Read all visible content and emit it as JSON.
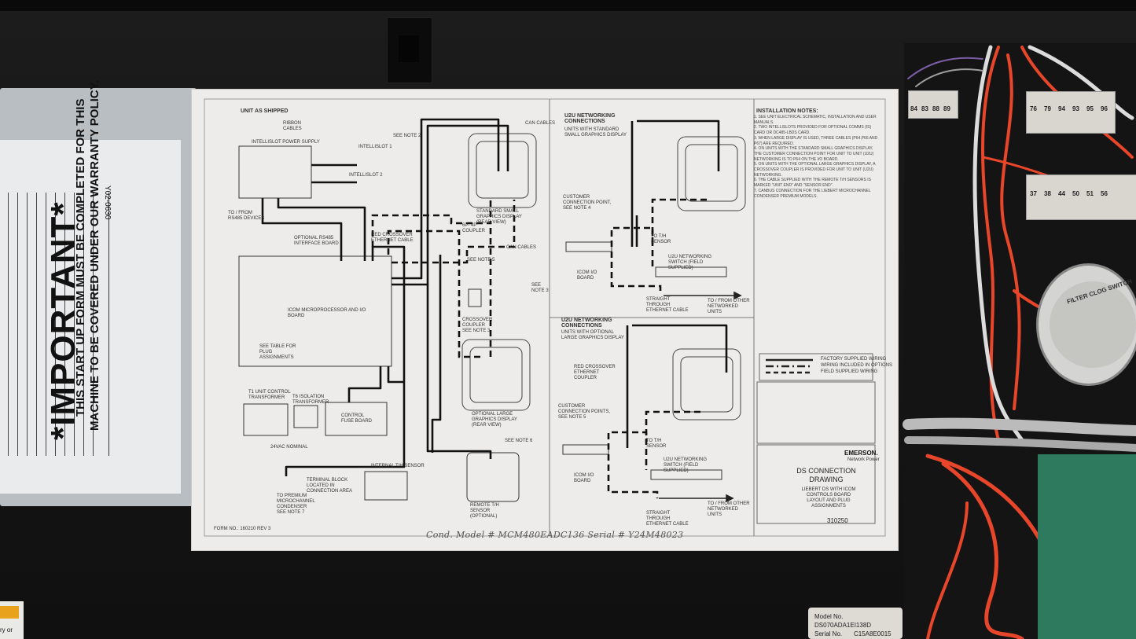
{
  "warranty_card": {
    "title": "*IMPORTANT*",
    "line1": "THIS START UP FORM MUST BE COMPLETED FOR THIS",
    "line2": "MACHINE TO BE COVERED UNDER OUR WARRANTY POLICY.",
    "code": "Y02-0630"
  },
  "diagram": {
    "left_section_title": "UNIT AS SHIPPED",
    "u2u_small_title": "U2U NETWORKING CONNECTIONS",
    "u2u_small_sub": "UNITS WITH STANDARD SMALL GRAPHICS DISPLAY",
    "u2u_large_title": "U2U NETWORKING CONNECTIONS",
    "u2u_large_sub": "UNITS WITH OPTIONAL LARGE GRAPHICS DISPLAY",
    "labels": {
      "ribbon_cables": "RIBBON CABLES",
      "intellislot_power": "INTELLISLOT POWER SUPPLY",
      "intellislot_1": "INTELLISLOT 1",
      "intellislot_2": "INTELLISLOT 2",
      "rs485_devices": "TO / FROM RS485 DEVICES",
      "rs485_board": "OPTIONAL RS485 INTERFACE BOARD",
      "red_crossover": "RED CROSSOVER ETHERNET CABLE",
      "icom_board": "ICOM MICROPROCESSOR AND I/O BOARD",
      "plug_table": "SEE TABLE FOR PLUG ASSIGNMENTS",
      "t1_transformer": "T1 UNIT CONTROL TRANSFORMER",
      "t6_transformer": "T6 ISOLATION TRANSFORMER",
      "fuse_board": "CONTROL FUSE BOARD",
      "vac_nominal": "24VAC NOMINAL",
      "terminal_block": "TERMINAL BLOCK LOCATED IN CONNECTION AREA",
      "premium_condenser": "TO PREMIUM MICROCHANNEL CONDENSER SEE NOTE 7",
      "internal_th": "INTERNAL T/H SENSOR",
      "remote_th": "REMOTE T/H SENSOR (OPTIONAL)",
      "std_small_display": "STANDARD SMALL GRAPHICS DISPLAY (REAR VIEW)",
      "opt_large_display": "OPTIONAL LARGE GRAPHICS DISPLAY (REAR VIEW)",
      "crossover_coupler": "CROSSOVER COUPLER SEE NOTE 3",
      "coupler_6p4p": "6P- 4P COUPLER",
      "can_cables": "CAN CABLES",
      "see_note_2": "SEE NOTE 2",
      "see_note_3": "SEE NOTE 3",
      "see_note_5": "SEE NOTE 5",
      "see_note_6": "SEE NOTE 6",
      "cust_conn_4": "CUSTOMER CONNECTION POINT, SEE NOTE 4",
      "cust_conn_5": "CUSTOMER CONNECTION POINTS, SEE NOTE 5",
      "icom_io_board": "ICOM I/O BOARD",
      "to_th_sensor": "TO T/H SENSOR",
      "u2u_switch": "U2U NETWORKING SWITCH (FIELD SUPPLIED)",
      "straight_cable": "STRAIGHT THROUGH ETHERNET CABLE",
      "other_units": "TO / FROM OTHER NETWORKED UNITS",
      "red_crossover_coupler": "RED CROSSOVER ETHERNET COUPLER"
    },
    "notes_title": "INSTALLATION NOTES:",
    "notes_text": "1. SEE UNIT ELECTRICAL SCHEMATIC, INSTALLATION AND USER MANUALS.\n2. TWO INTELLISLOTS PROVIDED FOR OPTIONAL COMMS (IS) CARD OR DC485-LBDS CARD.\n3. WHEN LARGE DISPLAY IS USED, THREE CABLES (P64,P66 AND P67) ARE REQUIRED.\n4. ON UNITS WITH THE STANDARD SMALL GRAPHICS DISPLAY, THE CUSTOMER CONNECTION POINT FOR UNIT TO UNIT (U2U) NETWORKING IS TO P64 ON THE I/O BOARD.\n5. ON UNITS WITH THE OPTIONAL LARGE GRAPHICS DISPLAY, A CROSSOVER COUPLER IS PROVIDED FOR UNIT TO UNIT (U2U) NETWORKING.\n6. THE CABLE SUPPLIED WITH THE REMOTE T/H SENSORS IS MARKED \"UNIT END\" AND \"SENSOR END\".\n7. CANBUS CONNECTION FOR THE LIEBERT MICROCHANNEL CONDENSER PREMIUM MODELS.",
    "wiring_legend": {
      "factory": "FACTORY SUPPLIED WIRING",
      "included": "WIRING INCLUDED IN OPTIONS",
      "field": "FIELD SUPPLIED WIRING"
    },
    "company": "EMERSON.",
    "company_sub": "Network Power",
    "drawing_title": "DS CONNECTION DRAWING",
    "drawing_sub": "LIEBERT DS WITH ICOM CONTROLS BOARD LAYOUT AND PLUG ASSIGNMENTS",
    "drawing_number": "310250",
    "form_no": "FORM NO.: 160210    REV 3",
    "handwritten": "Cond. Model # MCM480EADC136 Serial # Y24M48023"
  },
  "cabinet": {
    "terminals_top_left": [
      "84",
      "83",
      "88",
      "89"
    ],
    "terminals_top_right": [
      "76",
      "79",
      "94",
      "93",
      "95",
      "96"
    ],
    "terminals_mid": [
      "37",
      "38",
      "44",
      "50",
      "51",
      "56"
    ],
    "filter_switch": "FILTER CLOG SWITCH",
    "nameplate": {
      "model_label": "Model No.",
      "model_value": "DS070ADA1EI138D",
      "serial_label": "Serial No.",
      "serial_value": "C15A8E0015"
    },
    "warning_text": "ry or"
  },
  "colors": {
    "sheet": "#eeeceb",
    "wire_red": "#e8462a",
    "wire_white": "#dcdcdc",
    "pcb": "#2d7a5e",
    "panel": "#161616"
  }
}
